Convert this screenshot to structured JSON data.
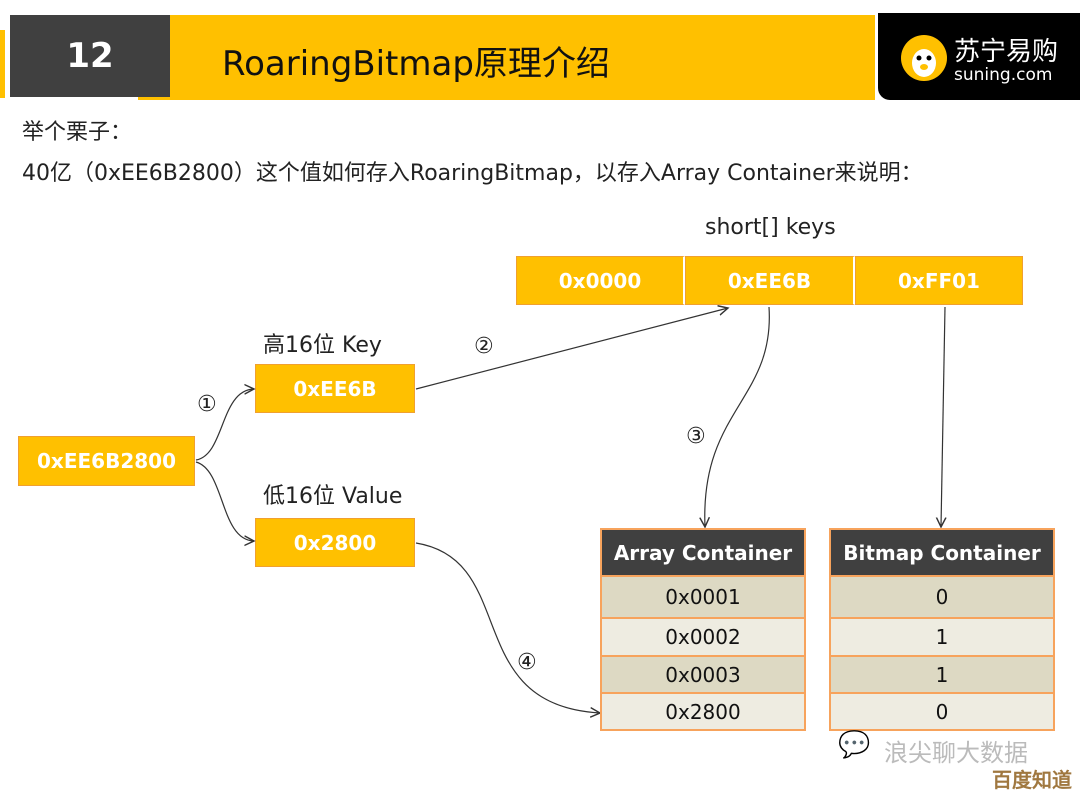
{
  "header": {
    "slide_number": "12",
    "title": "RoaringBitmap原理介绍",
    "logo_cn": "苏宁易购",
    "logo_en": "suning.com"
  },
  "intro": {
    "line1": "举个栗子：",
    "line2": "40亿（0xEE6B2800）这个值如何存入RoaringBitmap，以存入Array Container来说明："
  },
  "keys": {
    "label": "short[] keys",
    "cells": [
      "0x0000",
      "0xEE6B",
      "0xFF01"
    ]
  },
  "value_box": "0xEE6B2800",
  "high": {
    "label": "高16位 Key",
    "value": "0xEE6B"
  },
  "low": {
    "label": "低16位 Value",
    "value": "0x2800"
  },
  "steps": [
    "①",
    "②",
    "③",
    "④"
  ],
  "array_container": {
    "header": "Array Container",
    "rows": [
      "0x0001",
      "0x0002",
      "0x0003",
      "0x2800"
    ]
  },
  "bitmap_container": {
    "header": "Bitmap Container",
    "rows": [
      "0",
      "1",
      "1",
      "0"
    ]
  },
  "watermark": {
    "wechat": "浪尖聊大数据",
    "baidu": "百度知道"
  },
  "colors": {
    "accent": "#FFC000",
    "dark": "#404040",
    "border": "#F7A35C"
  }
}
